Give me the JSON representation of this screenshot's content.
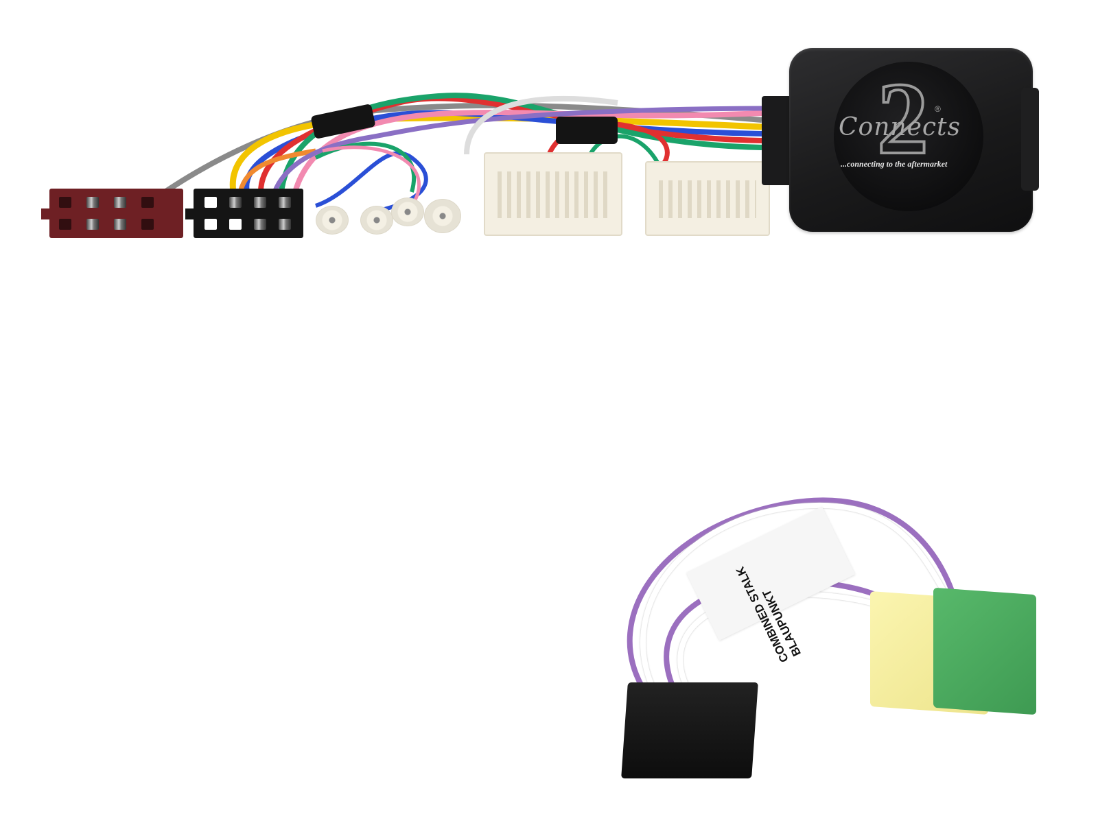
{
  "image": {
    "description": "Product photo of a car steering wheel control interface harness kit on white background",
    "background_color": "#ffffff"
  },
  "control_box": {
    "brand_logo": "Connects2",
    "brand_digit": "2",
    "brand_script": "Connects",
    "registered_mark": "®",
    "tagline": "...connecting to the aftermarket",
    "color": "#1a1a1b"
  },
  "connectors_top": [
    {
      "name": "iso-power-connector",
      "color": "#6e2024",
      "pins": 8
    },
    {
      "name": "iso-speaker-connector",
      "color": "#151515",
      "pins": 8
    },
    {
      "name": "bullet-connectors",
      "count": 4,
      "color": "#f4f0e4"
    },
    {
      "name": "vehicle-molex-connector-1",
      "color": "#f4efe2"
    },
    {
      "name": "vehicle-molex-connector-2",
      "color": "#f4efe2"
    }
  ],
  "wire_colors": [
    "#f2c400",
    "#2a4fd6",
    "#1aa36a",
    "#e03030",
    "#f28ab0",
    "#8a6fc4",
    "#f08a30",
    "#888888",
    "#ffffff"
  ],
  "stalk_lead": {
    "label_line1": "COMBINED STALK",
    "label_line2": "BLAUPUNKT",
    "wire_colors": [
      "#9b6fbf",
      "#ffffff"
    ],
    "connectors": [
      {
        "name": "black-12-pin-radio-connector",
        "color": "#111111"
      },
      {
        "name": "yellow-mini-iso-connector",
        "color": "#f3eb9e"
      },
      {
        "name": "green-mini-iso-connector",
        "color": "#4caa5e"
      }
    ]
  }
}
